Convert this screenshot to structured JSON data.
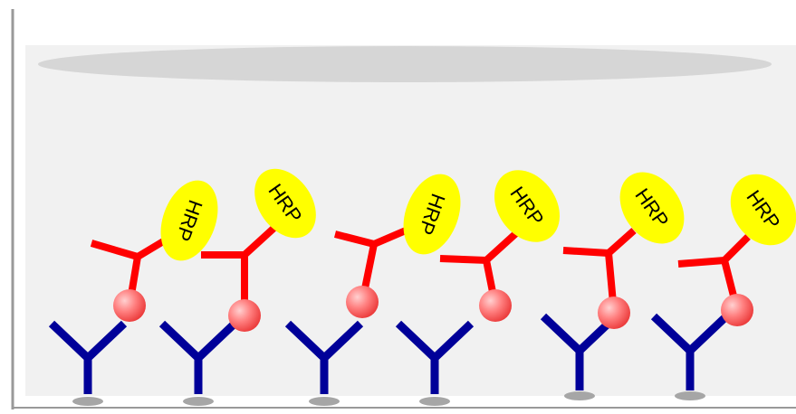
{
  "diagram": {
    "enzyme_label": "HRP",
    "colors": {
      "background_panel": "#f1f1f1",
      "ellipse_top": "#d6d6d6",
      "capture_antibody": "#000099",
      "surface_dot": "#a6a6a6",
      "detection_antibody": "#ff0000",
      "antigen_sphere": "#ff5a5a",
      "enzyme_fill": "#ffff00",
      "frame_line": "#999999"
    },
    "capture_antibody_count": 6,
    "detection_complex_count": 6,
    "enzyme_count": 6
  }
}
